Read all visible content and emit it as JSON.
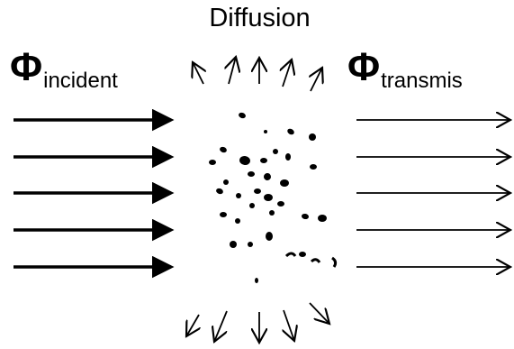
{
  "diagram": {
    "title": "Diffusion",
    "incident": {
      "symbol": "Φ",
      "subscript": "incident"
    },
    "transmitted": {
      "symbol": "Φ",
      "subscript": "transmis"
    },
    "incoming_arrow_count": 5,
    "outgoing_arrow_count": 5,
    "upward_scatter_arrow_count": 5,
    "downward_scatter_arrow_count": 5,
    "colors": {
      "ink": "#000000",
      "background": "#ffffff"
    }
  }
}
